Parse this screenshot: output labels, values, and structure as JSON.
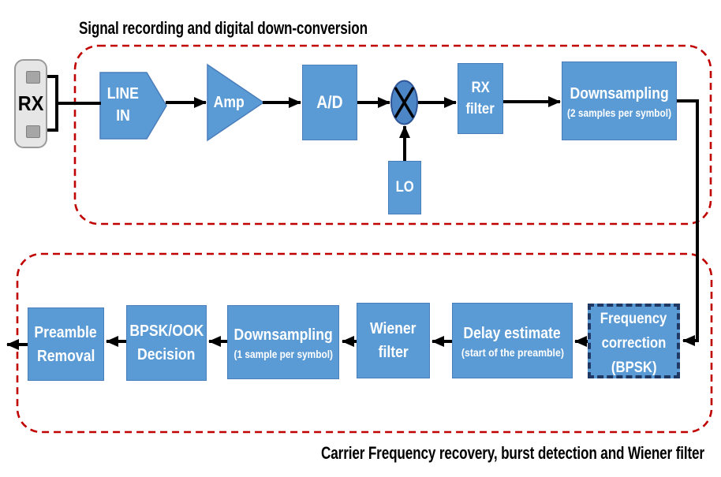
{
  "titles": {
    "top_section": "Signal recording and digital down-conversion",
    "bottom_section": "Carrier Frequency recovery, burst detection and Wiener filter"
  },
  "colors": {
    "block_fill": "#5b9bd5",
    "block_border": "#4a7ebb",
    "mixer_fill": "#4d86c6",
    "mixer_border": "#2f5597",
    "section_outline_red": "#c00000",
    "highlight_outline_navy": "#1f3864",
    "connector_body": "#e7e6e6",
    "connector_pin": "#a6a6a6",
    "arrow": "#000000"
  },
  "blocks": {
    "rx": {
      "label": "RX"
    },
    "line_in": {
      "lines": [
        "LINE",
        "IN"
      ]
    },
    "amp": {
      "label": "Amp"
    },
    "ad": {
      "label": "A/D"
    },
    "lo": {
      "label": "LO"
    },
    "rx_filter": {
      "lines": [
        "RX",
        "filter"
      ]
    },
    "downsampling_2": {
      "label": "Downsampling",
      "sublabel": "(2 samples per symbol)"
    },
    "frequency_correction": {
      "lines": [
        "Frequency",
        "correction",
        "(BPSK)"
      ]
    },
    "delay_estimate": {
      "label": "Delay estimate",
      "sublabel": "(start of the preamble)"
    },
    "wiener_filter": {
      "lines": [
        "Wiener",
        "filter"
      ]
    },
    "downsampling_1": {
      "label": "Downsampling",
      "sublabel": "(1 sample per symbol)"
    },
    "bpsk_ook_decision": {
      "lines": [
        "BPSK/OOK",
        "Decision"
      ]
    },
    "preamble_removal": {
      "lines": [
        "Preamble",
        "Removal"
      ]
    }
  }
}
